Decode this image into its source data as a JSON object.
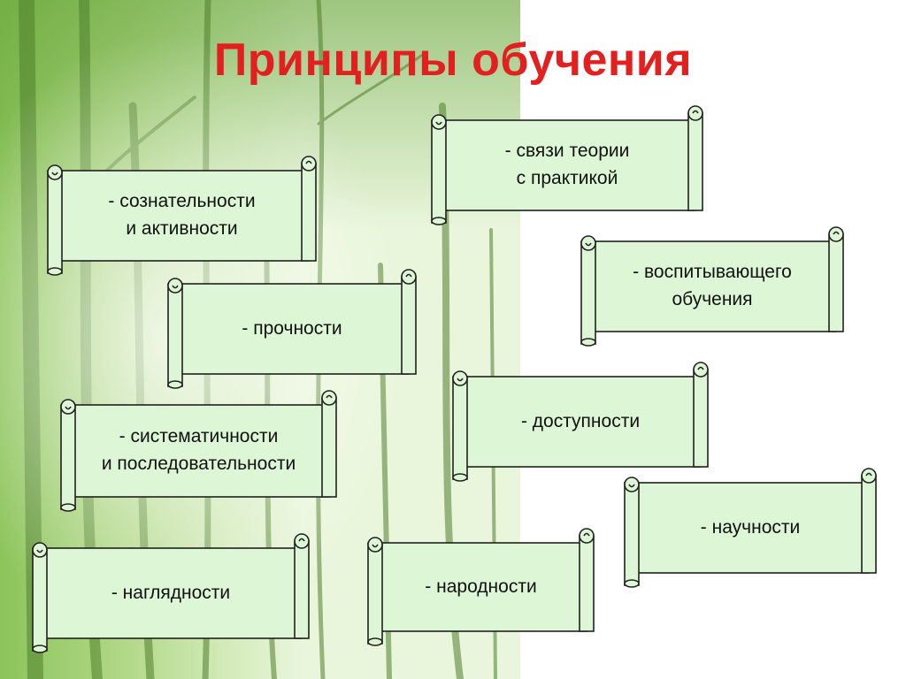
{
  "title": "Принципы обучения",
  "colors": {
    "title": "#e32020",
    "scroll_fill": "#ddf7d6",
    "scroll_stroke": "#202020",
    "forest_dark": "#6aa63c",
    "forest_light": "#eaf6dc"
  },
  "scrolls": [
    {
      "lines": [
        "- сознательности",
        "и активности"
      ]
    },
    {
      "lines": [
        "- связи теории",
        "с практикой"
      ]
    },
    {
      "lines": [
        "- прочности"
      ]
    },
    {
      "lines": [
        "- воспитывающего",
        "обучения"
      ]
    },
    {
      "lines": [
        "- систематичности",
        "и последовательности"
      ]
    },
    {
      "lines": [
        "- доступности"
      ]
    },
    {
      "lines": [
        "- научности"
      ]
    },
    {
      "lines": [
        "- наглядности"
      ]
    },
    {
      "lines": [
        "- народности"
      ]
    }
  ]
}
